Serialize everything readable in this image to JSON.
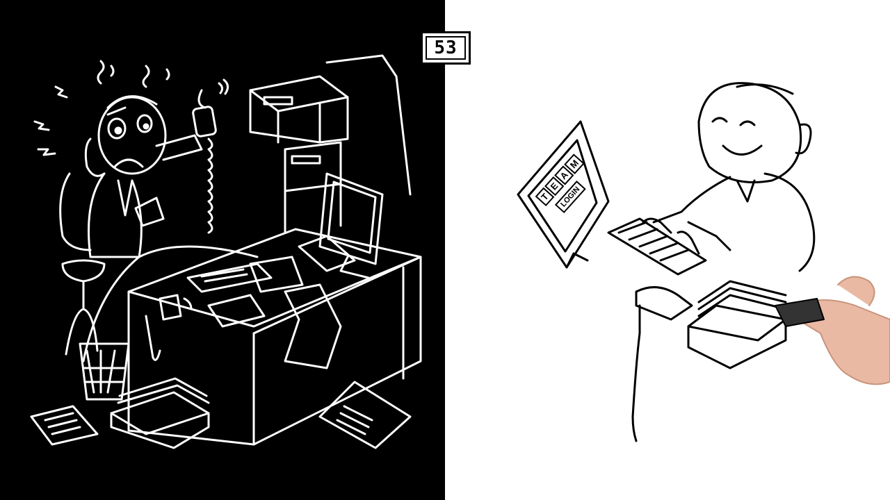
{
  "counter": {
    "value": "53"
  },
  "monitor_screen": {
    "title_letters": [
      "T",
      "E",
      "A",
      "M"
    ],
    "button_label": "LOGIN"
  },
  "colors": {
    "left_bg": "#000000",
    "right_bg": "#ffffff",
    "ink_light": "#ffffff",
    "ink_dark": "#000000"
  }
}
